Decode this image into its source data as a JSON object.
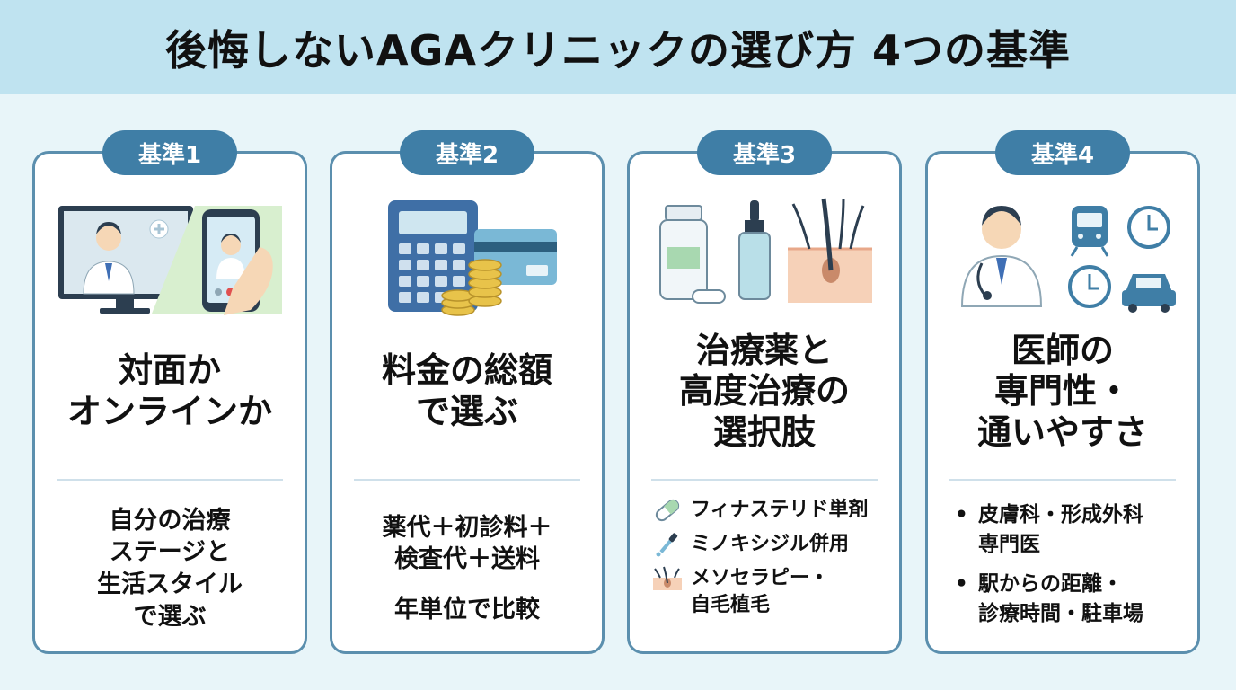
{
  "header": {
    "title": "後悔しないAGAクリニックの選び方 4つの基準"
  },
  "cards": [
    {
      "badge": "基準1",
      "title": [
        "対面か",
        "オンラインか"
      ],
      "desc": [
        "自分の治療",
        "ステージと",
        "生活スタイル",
        "で選ぶ"
      ]
    },
    {
      "badge": "基準2",
      "title": [
        "料金の総額",
        "で選ぶ"
      ],
      "desc": [
        "薬代＋初診料＋",
        "検査代＋送料"
      ],
      "desc_extra": "年単位で比較"
    },
    {
      "badge": "基準3",
      "title": [
        "治療薬と",
        "高度治療の",
        "選択肢"
      ],
      "items": [
        {
          "icon": "capsule-icon",
          "lines": [
            "フィナステリド単剤"
          ]
        },
        {
          "icon": "dropper-icon",
          "lines": [
            "ミノキシジル併用"
          ]
        },
        {
          "icon": "hair-follicle-icon",
          "lines": [
            "メソセラピー・",
            "自毛植毛"
          ]
        }
      ]
    },
    {
      "badge": "基準4",
      "title": [
        "医師の",
        "専門性・",
        "通いやすさ"
      ],
      "items": [
        {
          "lines": [
            "皮膚科・形成外科",
            "専門医"
          ]
        },
        {
          "lines": [
            "駅からの距離・",
            "診療時間・駐車場"
          ]
        }
      ]
    }
  ]
}
